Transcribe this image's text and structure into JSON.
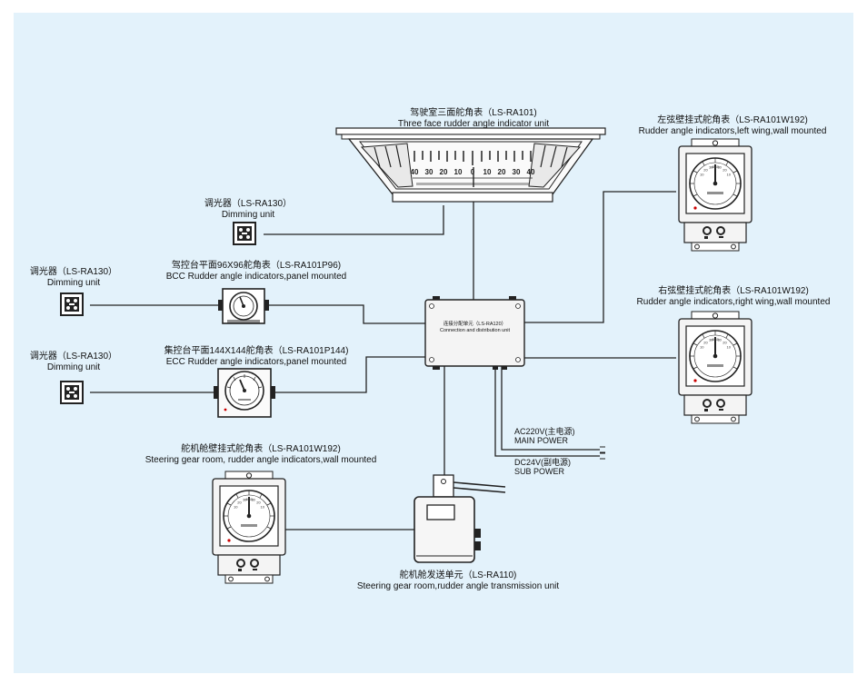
{
  "colors": {
    "background": "#e3f2fb",
    "line": "#222222",
    "device_fill": "#f2f2f2"
  },
  "labels": {
    "three_face": {
      "cn": "驾驶室三面舵角表（LS-RA101)",
      "en": "Three face rudder angle indicator unit"
    },
    "left_wing": {
      "cn": "左弦壁挂式舵角表（LS-RA101W192)",
      "en": "Rudder angle indicators,left wing,wall mounted"
    },
    "right_wing": {
      "cn": "右弦壁挂式舵角表（LS-RA101W192)",
      "en": "Rudder angle indicators,right wing,wall mounted"
    },
    "dimming_top": {
      "cn": "调光器（LS-RA130）",
      "en": "Dimming unit"
    },
    "dimming_mid": {
      "cn": "调光器（LS-RA130）",
      "en": "Dimming unit"
    },
    "dimming_low": {
      "cn": "调光器（LS-RA130）",
      "en": "Dimming unit"
    },
    "bcc": {
      "cn": "驾控台平面96X96舵角表（LS-RA101P96)",
      "en": "BCC Rudder angle indicators,panel mounted"
    },
    "ecc": {
      "cn": "集控台平面144X144舵角表（LS-RA101P144)",
      "en": "ECC Rudder angle indicators,panel mounted"
    },
    "steering_room": {
      "cn": "舵机舱壁挂式舵角表（LS-RA101W192)",
      "en": "Steering gear room, rudder angle indicators,wall mounted"
    },
    "transmission": {
      "cn": "舵机舱发送单元（LS-RA110)",
      "en": "Steering gear room,rudder angle transmission unit"
    },
    "junction": {
      "cn": "连接分配单元（LS-RA120）",
      "en": "Connection and distribution unit"
    },
    "main_power": {
      "cn": "AC220V(主电源)",
      "en": "MAIN POWER"
    },
    "sub_power": {
      "cn": "DC24V(副电源)",
      "en": "SUB POWER"
    }
  },
  "scale_numbers": [
    "10",
    "20",
    "30",
    "40"
  ],
  "three_face_scale": [
    "40",
    "30",
    "20",
    "10",
    "0",
    "10",
    "20",
    "30",
    "40"
  ]
}
